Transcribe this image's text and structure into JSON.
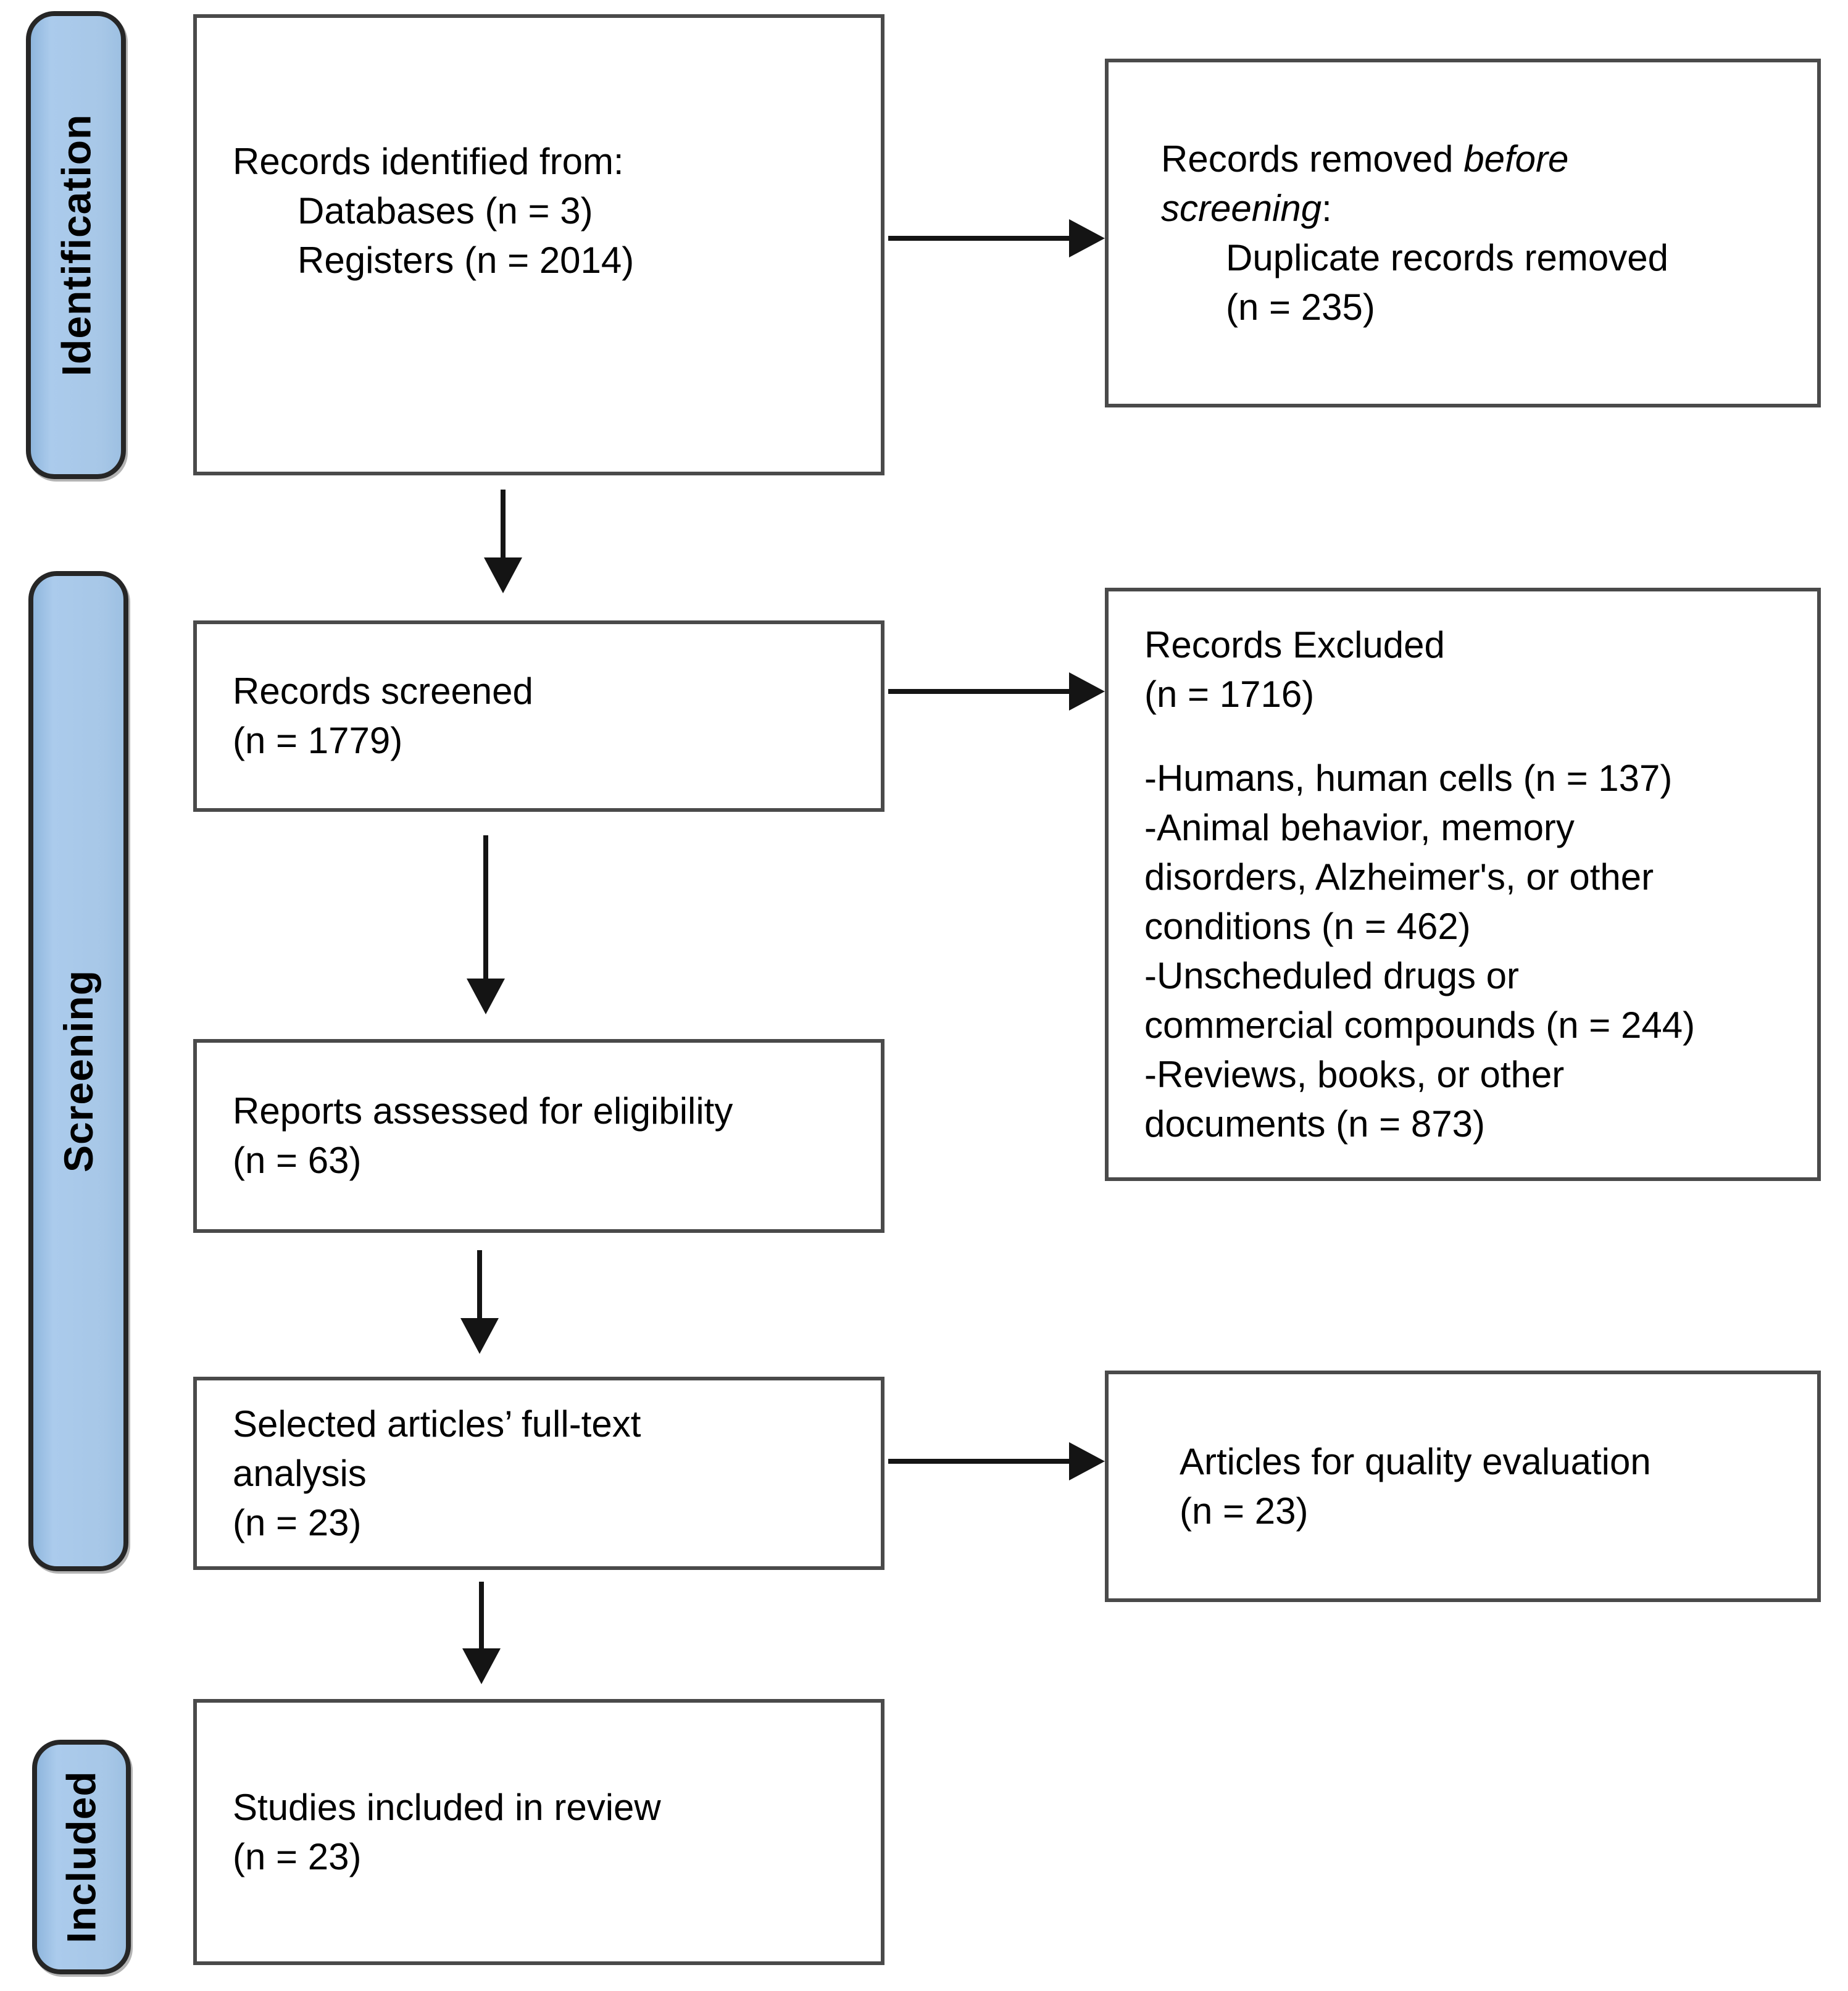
{
  "phases": {
    "identification": {
      "label": "Identification"
    },
    "screening": {
      "label": "Screening"
    },
    "included": {
      "label": "Included"
    }
  },
  "boxes": {
    "identified": {
      "lines": [
        "Records identified from:",
        {
          "indent": 1,
          "parts": [
            {
              "text": "Databases (n = 3)"
            }
          ]
        },
        {
          "indent": 1,
          "parts": [
            {
              "text": "Registers (n = 2014)"
            }
          ]
        }
      ]
    },
    "removed_before_screening": {
      "lines": [
        {
          "parts": [
            {
              "text": "Records removed "
            },
            {
              "text": "before",
              "italic": true
            }
          ]
        },
        {
          "parts": [
            {
              "text": "screening",
              "italic": true
            },
            {
              "text": ":"
            }
          ]
        },
        {
          "indent": 1,
          "parts": [
            {
              "text": "Duplicate records removed"
            }
          ]
        },
        {
          "indent": 1,
          "parts": [
            {
              "text": "(n = 235)"
            }
          ]
        }
      ]
    },
    "screened": {
      "lines": [
        "Records screened",
        "(n = 1779)"
      ]
    },
    "excluded": {
      "lines": [
        "Records Excluded",
        "(n = 1716)",
        "",
        "-Humans, human cells (n = 137)",
        "-Animal behavior, memory",
        "disorders, Alzheimer's, or other",
        "conditions (n = 462)",
        "-Unscheduled drugs or",
        "commercial compounds (n = 244)",
        "-Reviews, books, or other",
        "documents (n = 873)"
      ]
    },
    "assessed": {
      "lines": [
        "Reports assessed for eligibility",
        "(n = 63)"
      ]
    },
    "full_text": {
      "lines": [
        "Selected articles’ full-text",
        "analysis",
        "(n = 23)"
      ]
    },
    "quality": {
      "lines": [
        "Articles for quality evaluation",
        "(n = 23)"
      ]
    },
    "included_review": {
      "lines": [
        "Studies included in review",
        "(n = 23)"
      ]
    }
  },
  "colors": {
    "phase_fill": "#a7c7e7",
    "phase_border": "#262626",
    "box_border": "#4a4a4a",
    "arrow": "#141414",
    "text": "#000000",
    "background": "#ffffff"
  }
}
